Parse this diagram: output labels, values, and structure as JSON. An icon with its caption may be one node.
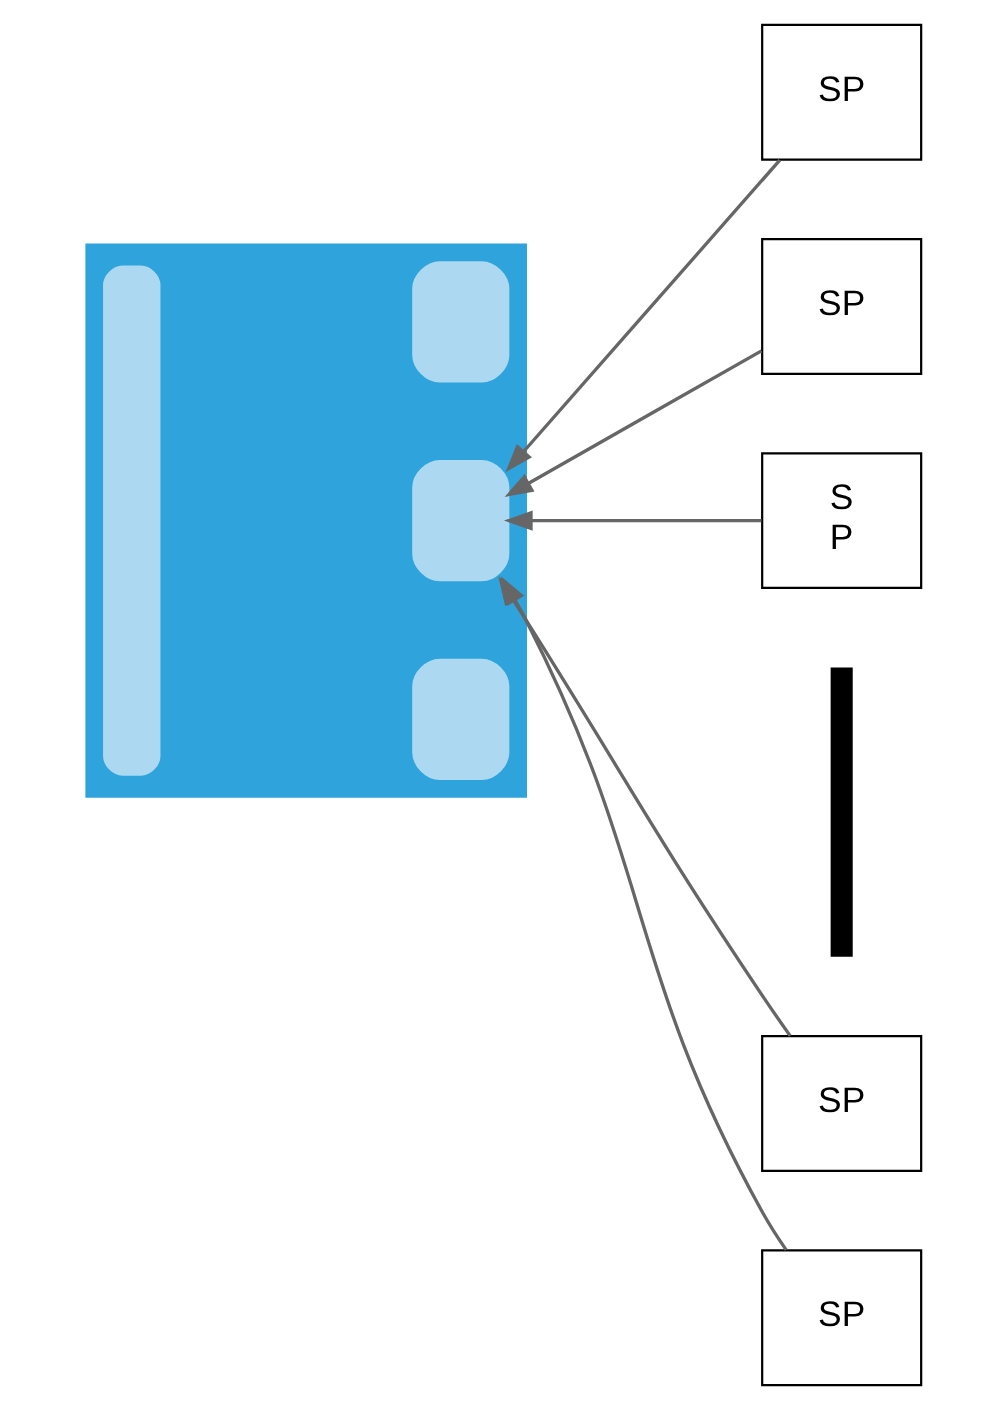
{
  "diagram": {
    "nodes": [
      {
        "text": [],
        "shape": "box"
      },
      {
        "text": [],
        "shape": "box",
        "in": 0
      },
      {
        "text": [],
        "shape": "box",
        "in": 0
      },
      {
        "text": [],
        "shape": "box",
        "in": 0
      },
      {
        "text": [],
        "shape": "box",
        "in": 0
      },
      {
        "text": [
          "SP"
        ]
      },
      {
        "text": [
          "SP"
        ]
      },
      {
        "text": [
          "S P"
        ]
      },
      {
        "text": [],
        "shape": "bar"
      },
      {
        "text": [
          "SP"
        ]
      },
      {
        "text": [
          "SP"
        ]
      }
    ],
    "edges": [
      {
        "from": 5,
        "to": 3,
        "arrow": "to"
      },
      {
        "from": 6,
        "to": 3,
        "arrow": "to"
      },
      {
        "from": 7,
        "to": 3,
        "arrow": "to"
      },
      {
        "from": 9,
        "to": 3,
        "arrow": "to"
      },
      {
        "from": 10,
        "to": 3,
        "arrow": "to"
      }
    ]
  }
}
